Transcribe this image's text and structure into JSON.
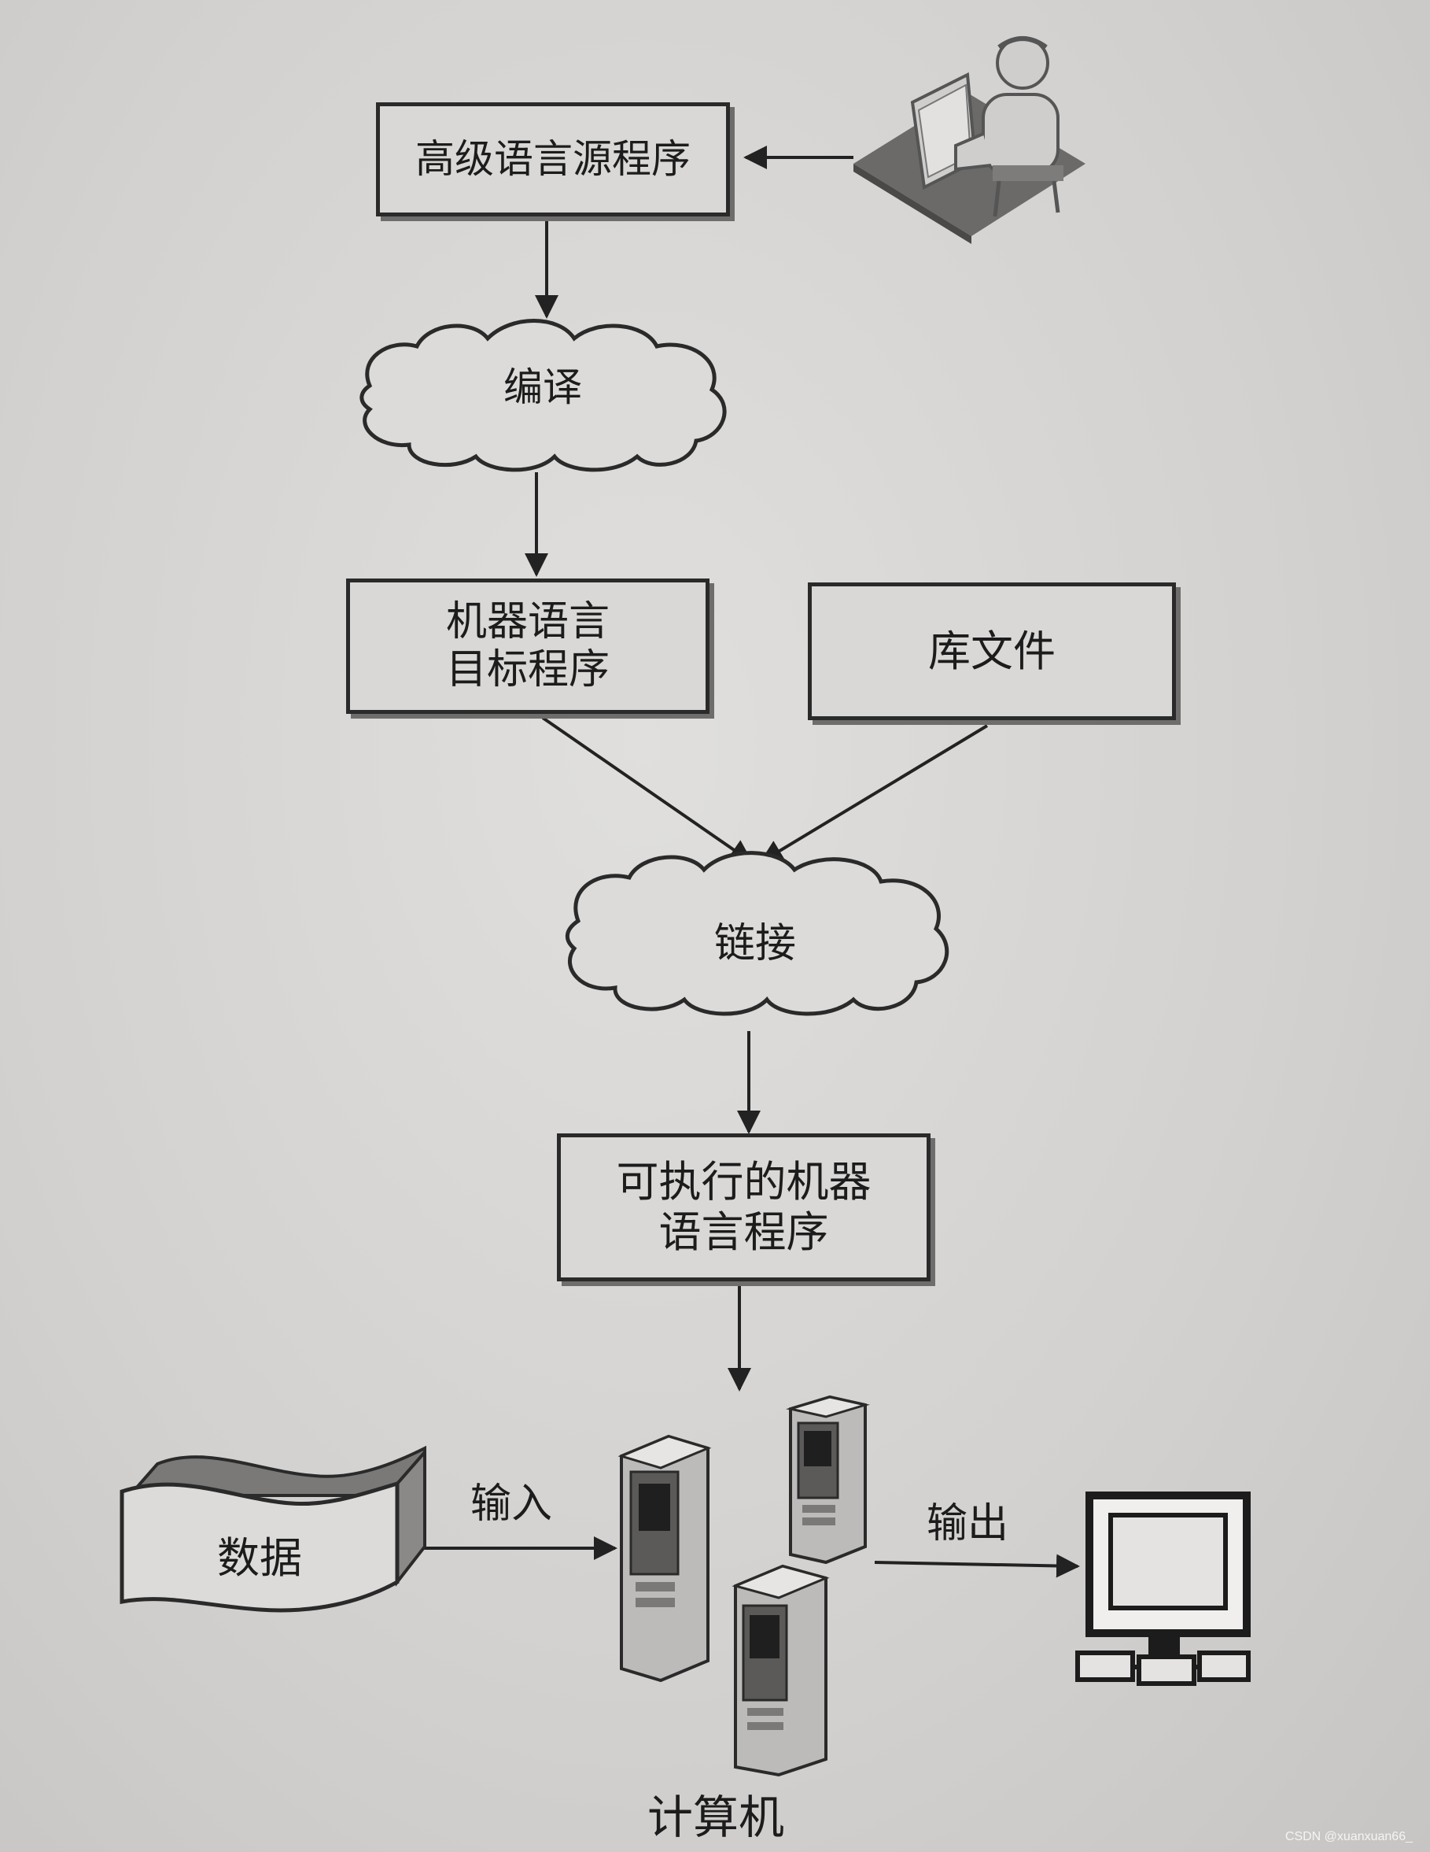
{
  "diagram": {
    "nodes": {
      "source": "高级语言源程序",
      "compile": "编译",
      "object": "机器语言\n目标程序",
      "library": "库文件",
      "link": "链接",
      "executable": "可执行的机器\n语言程序",
      "data": "数据",
      "computer": "计算机"
    },
    "edges": {
      "input": "输入",
      "output": "输出"
    }
  },
  "watermark": "CSDN @xuanxuan66_"
}
